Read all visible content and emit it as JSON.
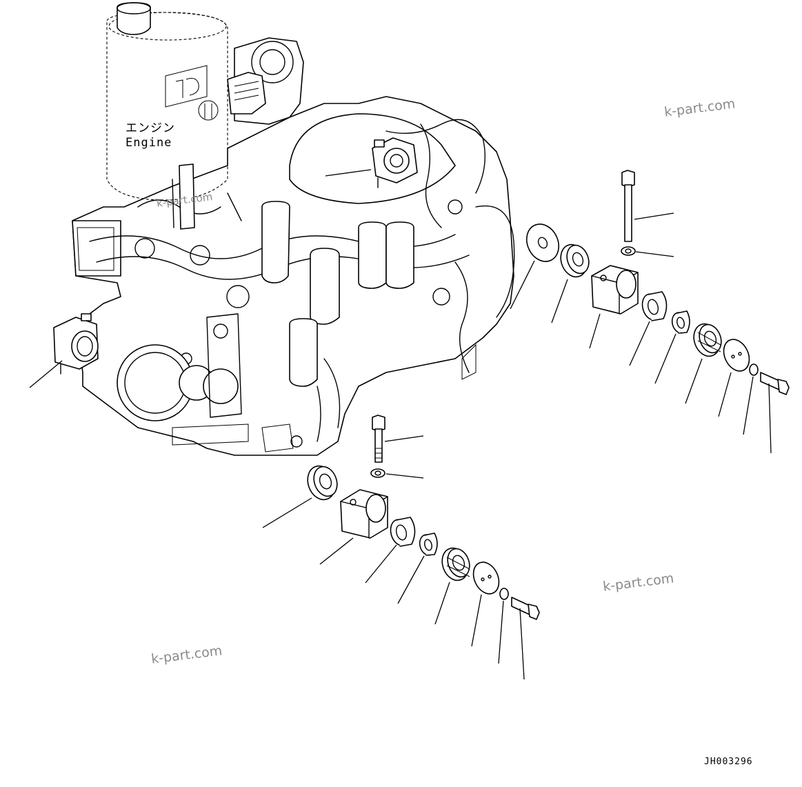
{
  "engine_label": {
    "jp": "エンジン",
    "en": "Engine"
  },
  "watermarks": [
    "k-part.com",
    "k-part.com",
    "k-part.com",
    "k-part.com"
  ],
  "drawing_code": "JH003296",
  "colors": {
    "line": "#000000",
    "background": "#ffffff",
    "watermark": "#8a8a8a"
  }
}
